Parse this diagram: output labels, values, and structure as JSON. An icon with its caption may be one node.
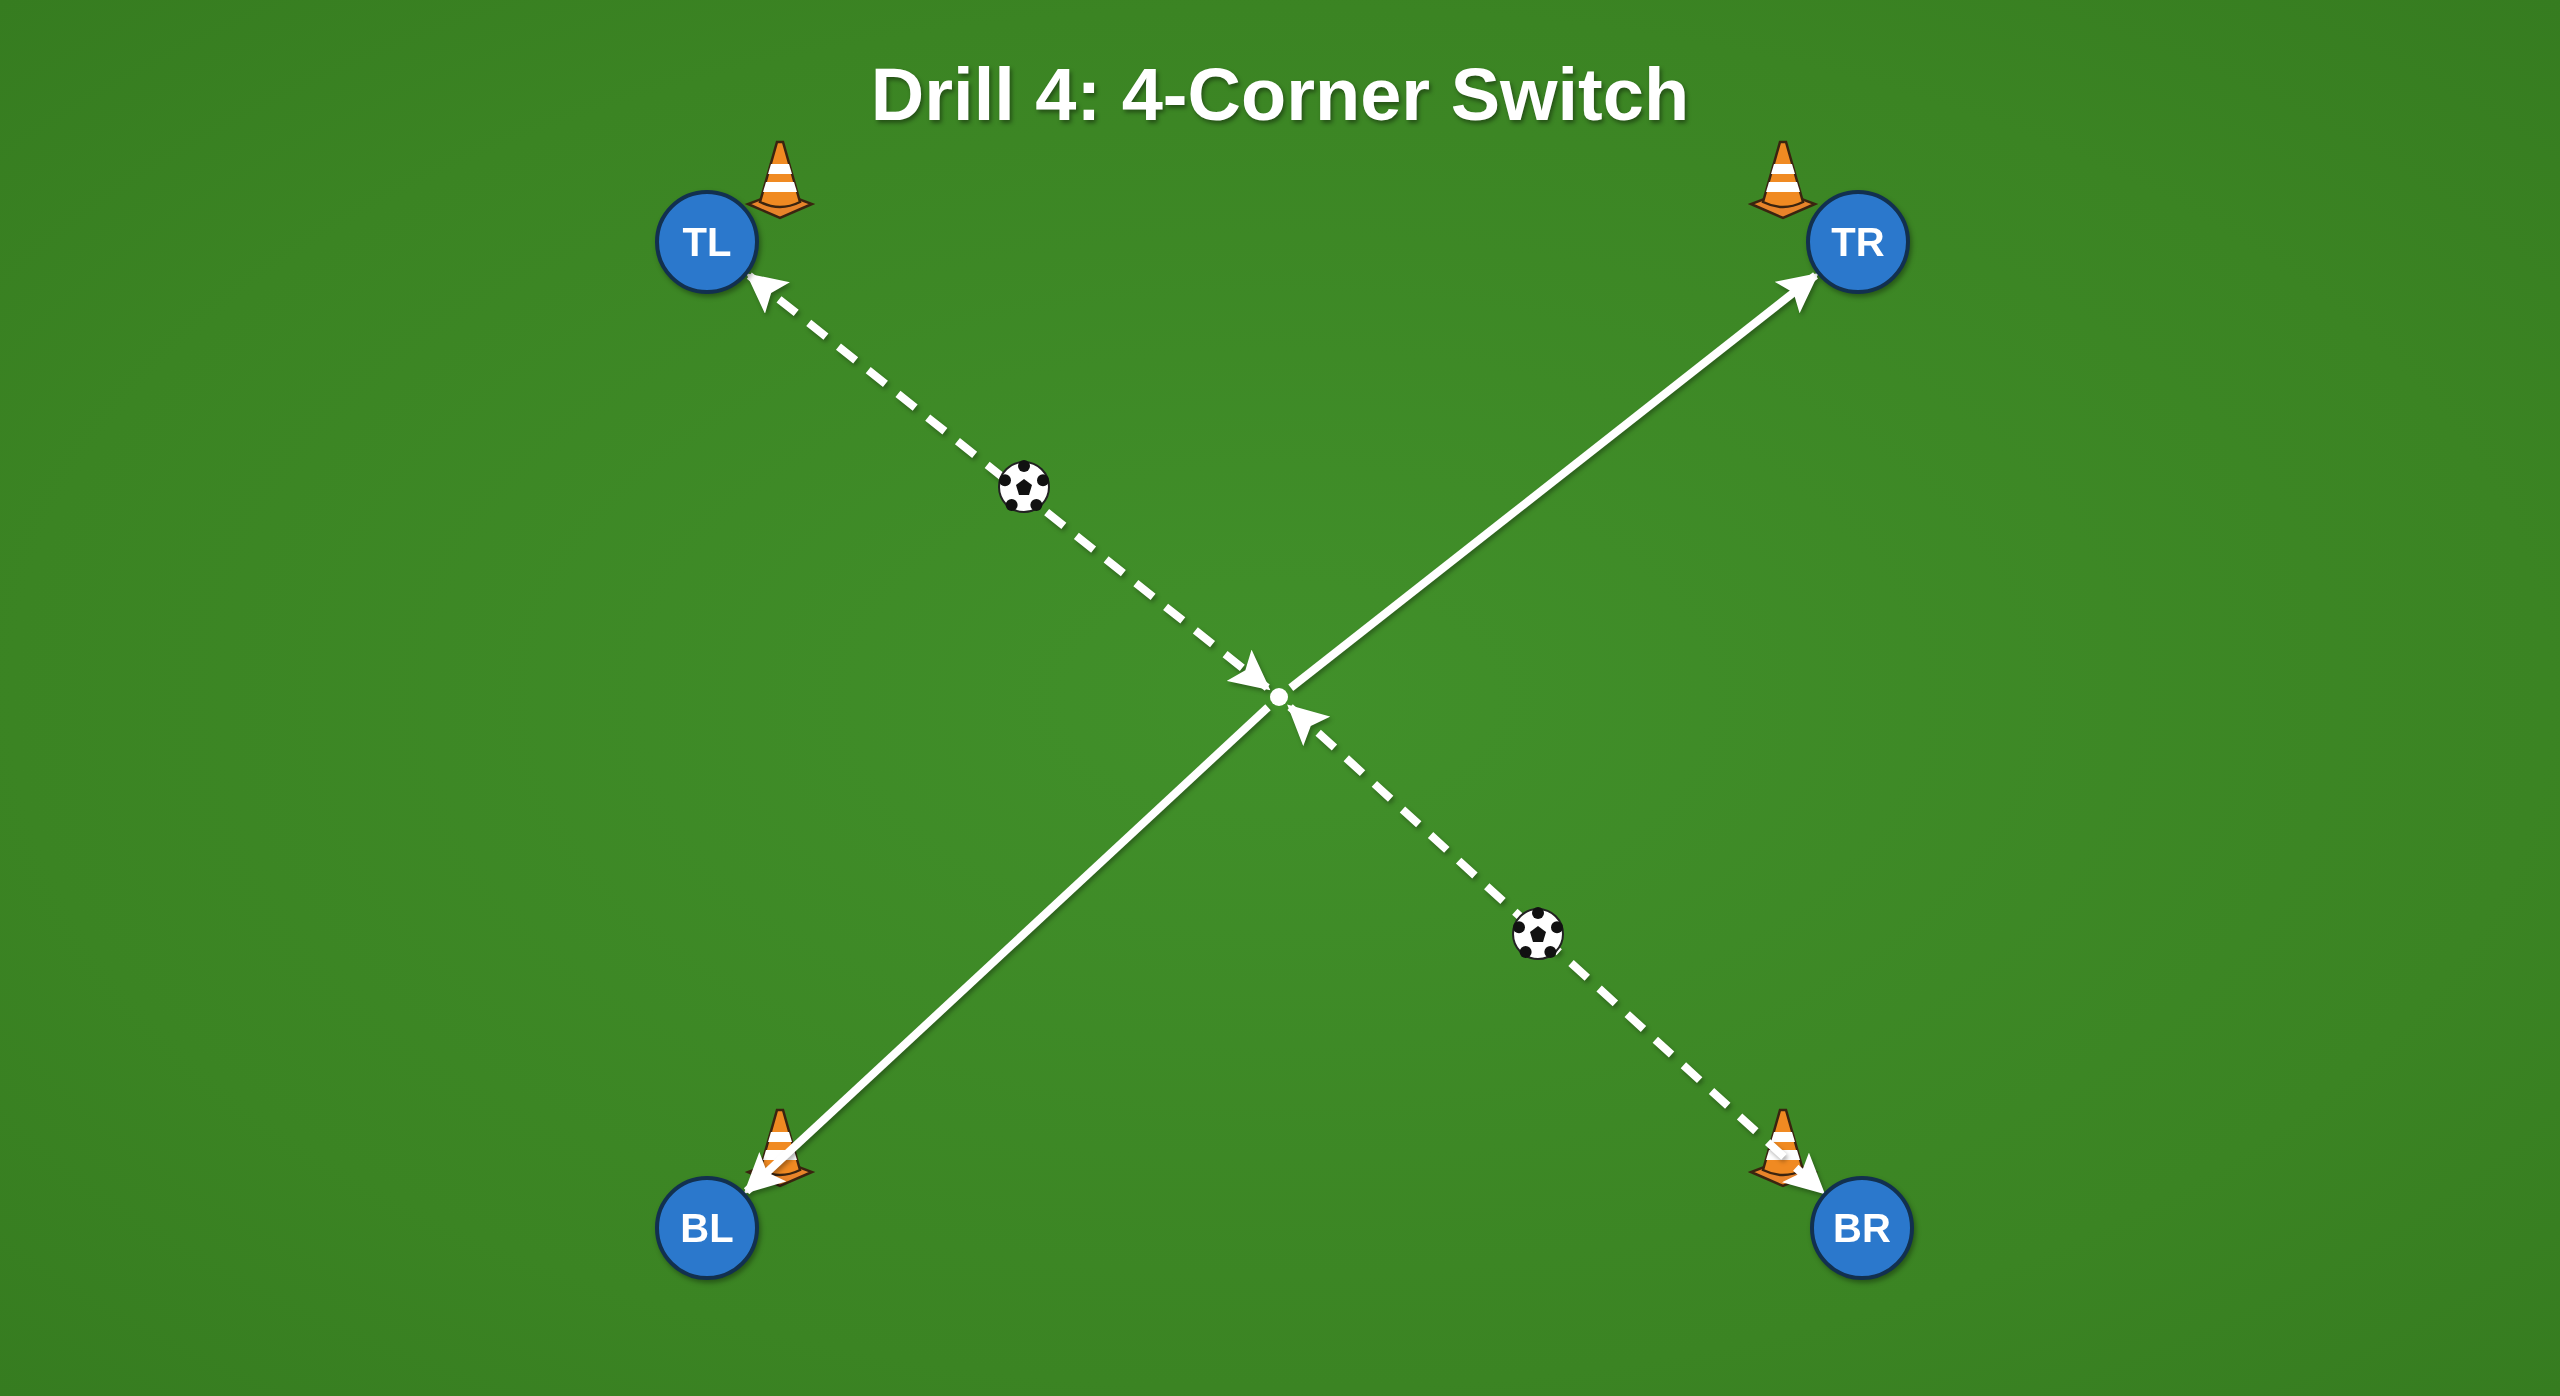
{
  "diagram": {
    "title": "Drill 4: 4-Corner Switch",
    "nodes": [
      {
        "text": [
          "TL"
        ]
      },
      {
        "text": [
          "TR"
        ]
      },
      {
        "text": [],
        "shape": "circle"
      },
      {
        "text": [
          "BL"
        ]
      },
      {
        "text": [
          "BR"
        ]
      }
    ],
    "edges": [
      {
        "from": 0,
        "to": 2,
        "arrow": "both",
        "style": "dashed"
      },
      {
        "from": 2,
        "to": 1,
        "arrow": "to"
      },
      {
        "from": 2,
        "to": 3,
        "arrow": "to"
      },
      {
        "from": 2,
        "to": 4,
        "arrow": "both",
        "style": "dashed"
      }
    ]
  }
}
